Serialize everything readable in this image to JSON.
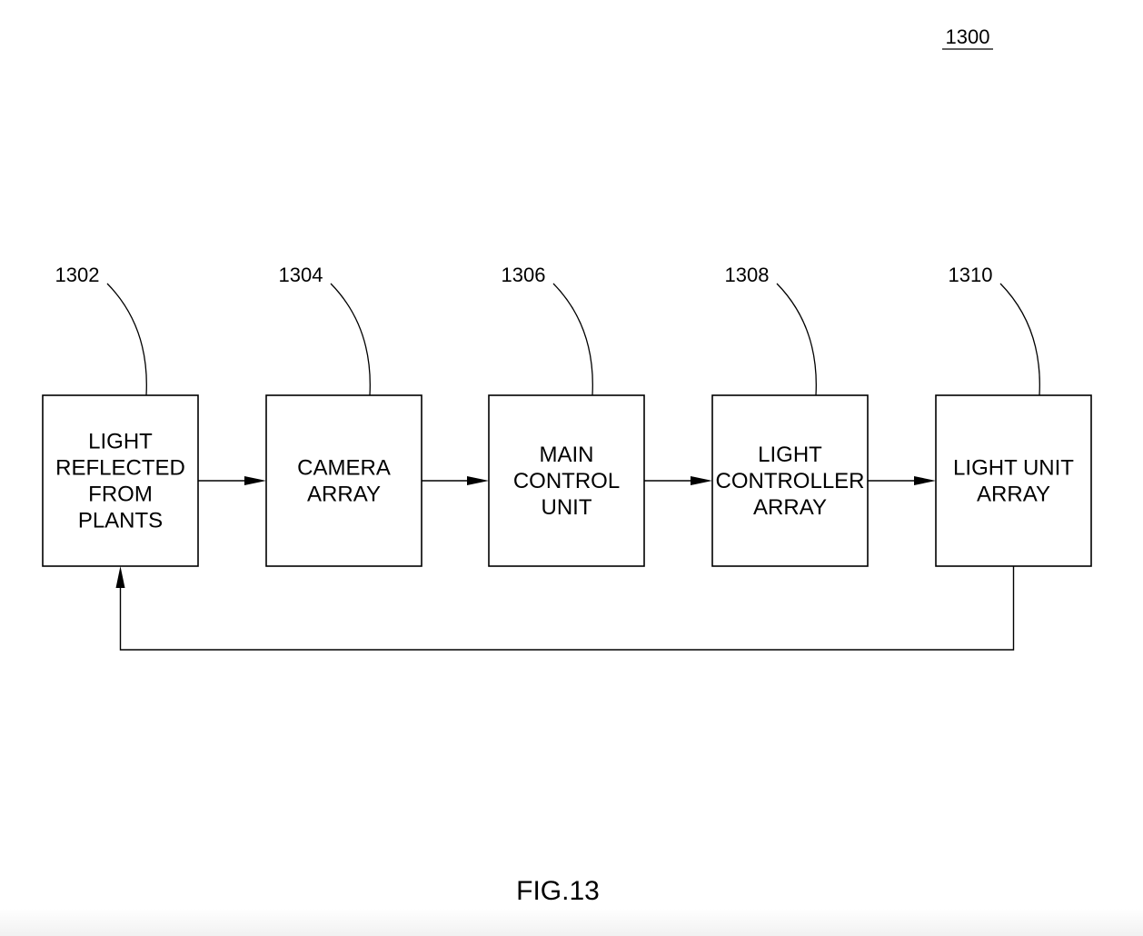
{
  "figure": {
    "reference_number": "1300",
    "caption": "FIG.13"
  },
  "blocks": [
    {
      "id": "light-reflected",
      "ref": "1302",
      "lines": [
        "LIGHT",
        "REFLECTED",
        "FROM",
        "PLANTS"
      ]
    },
    {
      "id": "camera-array",
      "ref": "1304",
      "lines": [
        "CAMERA",
        "ARRAY"
      ]
    },
    {
      "id": "main-control-unit",
      "ref": "1306",
      "lines": [
        "MAIN",
        "CONTROL",
        "UNIT"
      ]
    },
    {
      "id": "light-controller-array",
      "ref": "1308",
      "lines": [
        "LIGHT",
        "CONTROLLER",
        "ARRAY"
      ]
    },
    {
      "id": "light-unit-array",
      "ref": "1310",
      "lines": [
        "LIGHT UNIT",
        "ARRAY"
      ]
    }
  ],
  "connections": [
    {
      "from": "light-reflected",
      "to": "camera-array"
    },
    {
      "from": "camera-array",
      "to": "main-control-unit"
    },
    {
      "from": "main-control-unit",
      "to": "light-controller-array"
    },
    {
      "from": "light-controller-array",
      "to": "light-unit-array"
    },
    {
      "from": "light-unit-array",
      "to": "light-reflected",
      "route": "feedback-below"
    }
  ]
}
